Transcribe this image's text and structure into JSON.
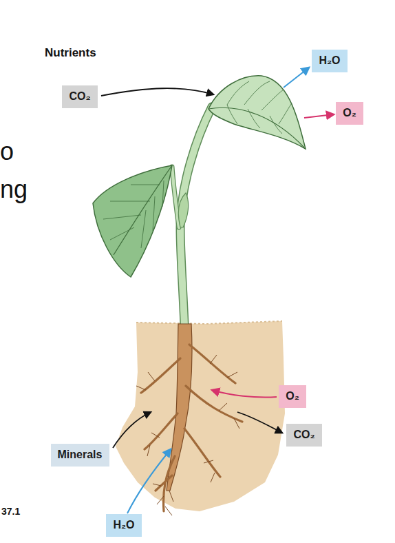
{
  "diagram": {
    "nodes": [
      {
        "text": [
          "CO₂"
        ]
      },
      {
        "text": [
          "H₂O"
        ]
      },
      {
        "text": [
          "O₂"
        ]
      },
      {
        "text": [
          "O₂"
        ]
      },
      {
        "text": [
          "CO₂"
        ]
      },
      {
        "text": [
          "Minerals"
        ]
      },
      {
        "text": [
          "H₂O"
        ]
      }
    ],
    "labels": [
      "Nutrients",
      "o",
      "ng",
      "37.1"
    ]
  }
}
